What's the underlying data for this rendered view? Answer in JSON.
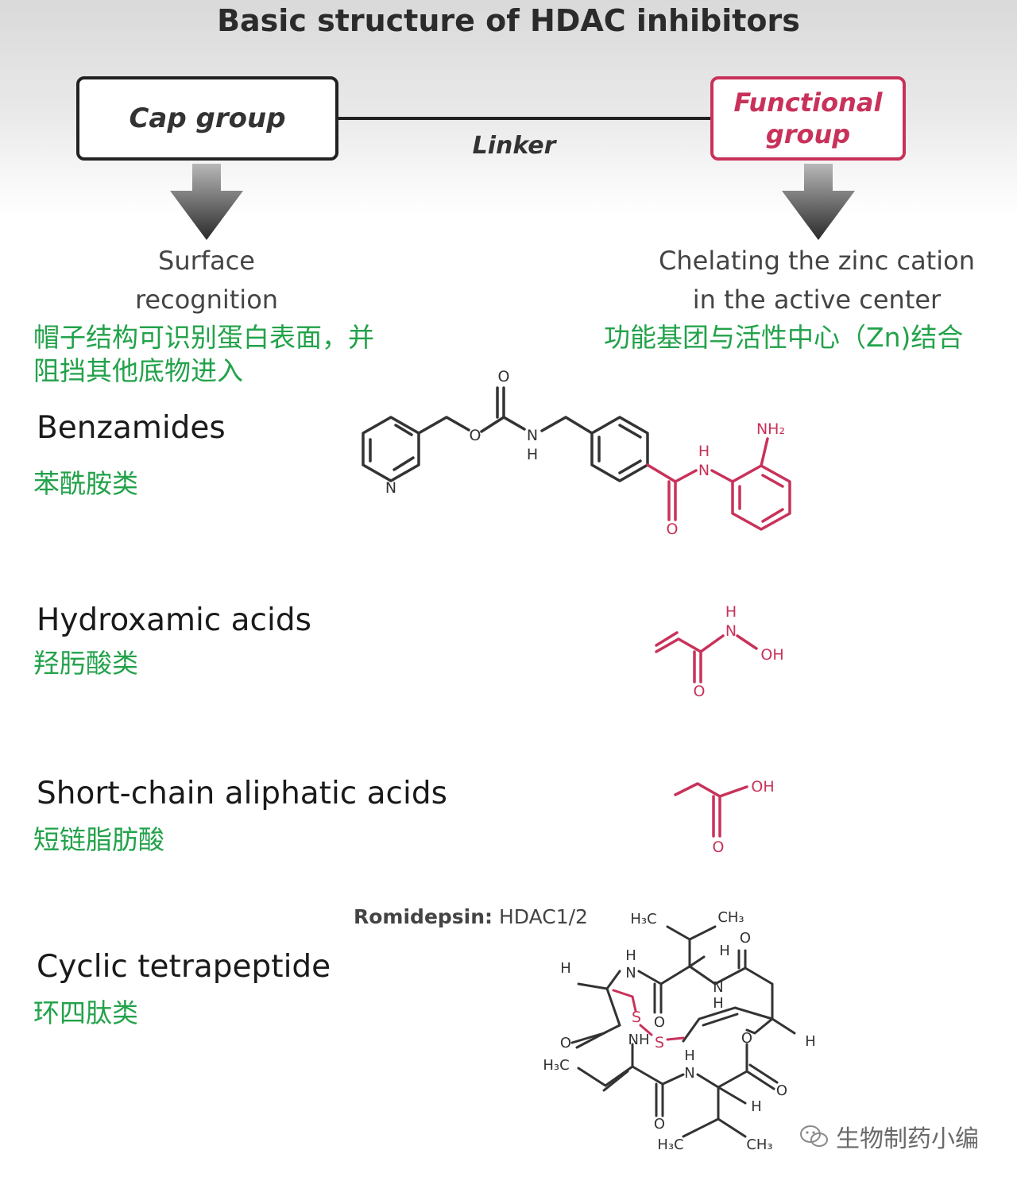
{
  "title": "Basic structure of HDAC inhibitors",
  "cap_group": "Cap group",
  "linker": "Linker",
  "functional_group_line1": "Functional",
  "functional_group_line2": "group",
  "left_caption_line1": "Surface",
  "left_caption_line2": "recognition",
  "right_caption_line1": "Chelating the zinc cation",
  "right_caption_line2": "in the active center",
  "left_cn_line1": "帽子结构可识别蛋白表面，并",
  "left_cn_line2": "阻挡其他底物进入",
  "right_cn": "功能基团与活性中心（Zn)结合",
  "classes": [
    {
      "en": "Benzamides",
      "cn": "苯酰胺类"
    },
    {
      "en": "Hydroxamic acids",
      "cn": "羟肟酸类"
    },
    {
      "en": "Short-chain aliphatic acids",
      "cn": "短链脂肪酸"
    },
    {
      "en": "Cyclic tetrapeptide",
      "cn": "环四肽类"
    }
  ],
  "romidepsin_bold": "Romidepsin:",
  "romidepsin_target": "HDAC1/2",
  "atoms": {
    "O": "O",
    "N": "N",
    "H": "H",
    "NH2": "NH₂",
    "OH": "OH",
    "NH": "NH",
    "S": "S",
    "H3C": "H₃C",
    "CH3": "CH₃"
  },
  "watermark": "生物制药小编",
  "colors": {
    "functional": "#c8325a",
    "chinese_text": "#22a24a",
    "structure": "#333333"
  }
}
